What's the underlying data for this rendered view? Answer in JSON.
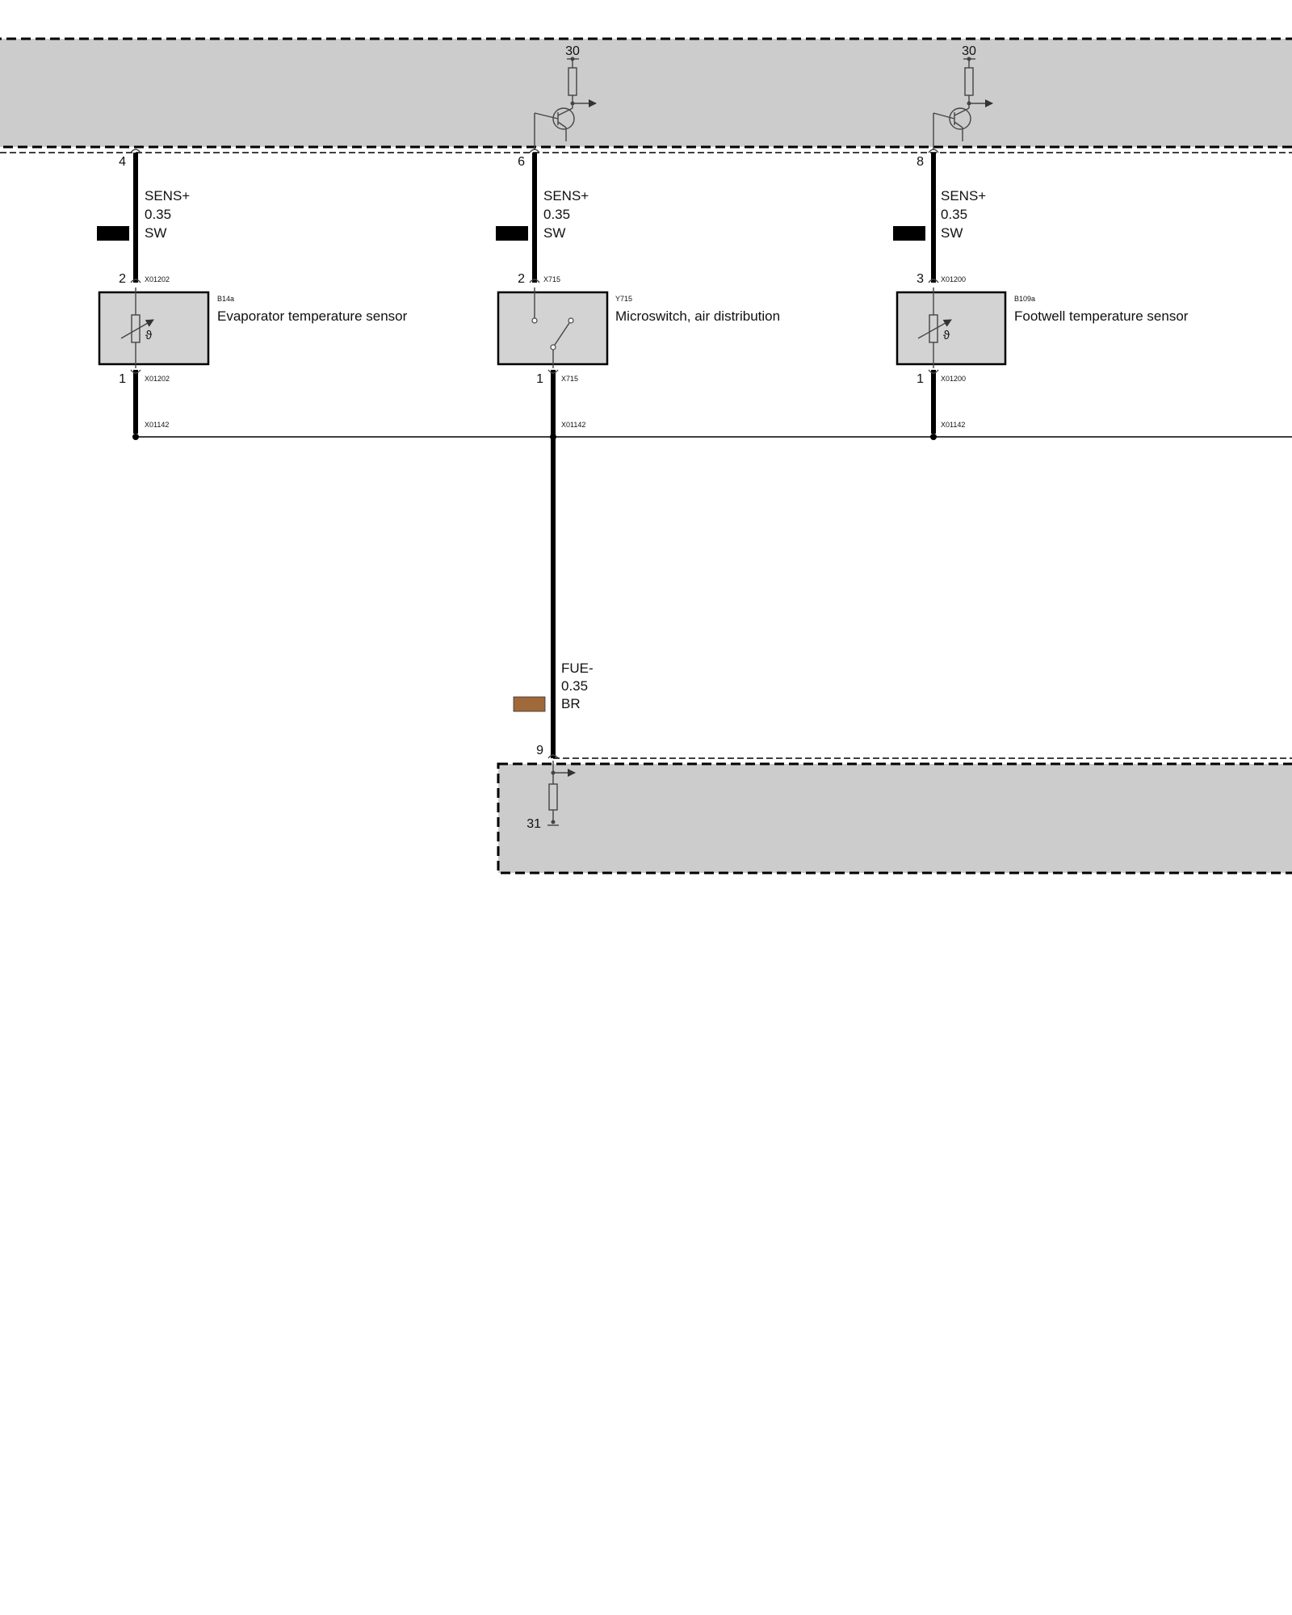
{
  "colors": {
    "module_fill": "#cccccc",
    "wire": "#000000",
    "swatch_sw": "#000000",
    "swatch_br": "#a0693a",
    "component_fill": "#d3d3d3"
  },
  "top_module": {
    "supply_left": "30",
    "supply_right": "30",
    "pins": {
      "left": "4",
      "middle": "6",
      "right": "8"
    }
  },
  "wires": {
    "left": {
      "signal": "SENS+",
      "cross_section": "0.35",
      "color_code": "SW"
    },
    "middle": {
      "signal": "SENS+",
      "cross_section": "0.35",
      "color_code": "SW"
    },
    "right": {
      "signal": "SENS+",
      "cross_section": "0.35",
      "color_code": "SW"
    },
    "ground": {
      "signal": "FUE-",
      "cross_section": "0.35",
      "color_code": "BR"
    }
  },
  "components": {
    "evaporator": {
      "code": "B14a",
      "name": "Evaporator temperature sensor",
      "top_pin": "2",
      "top_connector": "X01202",
      "bottom_pin": "1",
      "bottom_connector": "X01202",
      "symbol_glyph": "ϑ"
    },
    "microswitch": {
      "code": "Y715",
      "name": "Microswitch, air distribution",
      "top_pin": "2",
      "top_connector": "X715",
      "bottom_pin": "1",
      "bottom_connector": "X715"
    },
    "footwell": {
      "code": "B109a",
      "name": "Footwell temperature sensor",
      "top_pin": "3",
      "top_connector": "X01200",
      "bottom_pin": "1",
      "bottom_connector": "X01200",
      "symbol_glyph": "ϑ"
    }
  },
  "splices": {
    "left": "X01142",
    "middle": "X01142",
    "right": "X01142"
  },
  "bottom_module": {
    "pin": "9",
    "ground": "31"
  }
}
